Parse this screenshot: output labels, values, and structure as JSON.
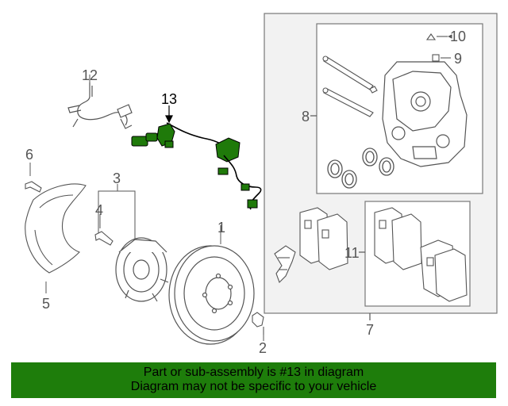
{
  "callouts": {
    "c1": "1",
    "c2": "2",
    "c3": "3",
    "c4": "4",
    "c5": "5",
    "c6": "6",
    "c7": "7",
    "c8": "8",
    "c9": "9",
    "c10": "10",
    "c11": "11",
    "c12": "12",
    "c13": "13"
  },
  "banner": {
    "line1": "Part or sub-assembly is #13 in diagram",
    "line2": "Diagram may not be specific to your vehicle"
  },
  "colors": {
    "highlight_part": "#1f7a0a",
    "banner_bg": "#1e7d0b",
    "line": "#555555"
  }
}
